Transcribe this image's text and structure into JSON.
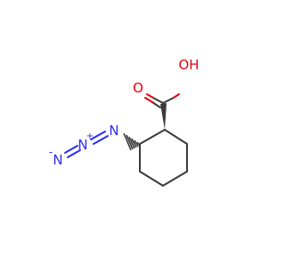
{
  "molecule": {
    "atoms": {
      "carbonyl_oxygen": "O",
      "hydroxyl": "OH",
      "azide_n1": "N",
      "azide_n2": "N",
      "azide_n3": "N"
    },
    "charges": {
      "azide_n2": "+",
      "azide_n3": "-"
    },
    "colors": {
      "bond": "#3a3a3a",
      "oxygen": "#e8000b",
      "nitrogen": "#2b2bff"
    }
  }
}
